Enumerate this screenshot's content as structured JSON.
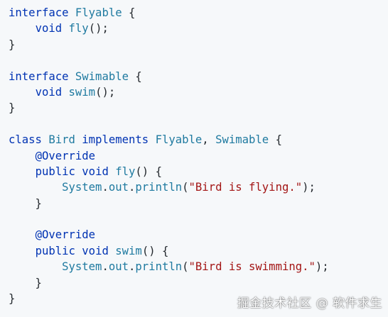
{
  "code": {
    "lines": [
      [
        {
          "t": "interface",
          "c": "kw"
        },
        {
          "t": " ",
          "c": "pu"
        },
        {
          "t": "Flyable",
          "c": "ty"
        },
        {
          "t": " {",
          "c": "pu"
        }
      ],
      [
        {
          "t": "    ",
          "c": "pu"
        },
        {
          "t": "void",
          "c": "kw"
        },
        {
          "t": " ",
          "c": "pu"
        },
        {
          "t": "fly",
          "c": "fn"
        },
        {
          "t": "();",
          "c": "pu"
        }
      ],
      [
        {
          "t": "}",
          "c": "pu"
        }
      ],
      [],
      [
        {
          "t": "interface",
          "c": "kw"
        },
        {
          "t": " ",
          "c": "pu"
        },
        {
          "t": "Swimable",
          "c": "ty"
        },
        {
          "t": " {",
          "c": "pu"
        }
      ],
      [
        {
          "t": "    ",
          "c": "pu"
        },
        {
          "t": "void",
          "c": "kw"
        },
        {
          "t": " ",
          "c": "pu"
        },
        {
          "t": "swim",
          "c": "fn"
        },
        {
          "t": "();",
          "c": "pu"
        }
      ],
      [
        {
          "t": "}",
          "c": "pu"
        }
      ],
      [],
      [
        {
          "t": "class",
          "c": "kw"
        },
        {
          "t": " ",
          "c": "pu"
        },
        {
          "t": "Bird",
          "c": "ty"
        },
        {
          "t": " ",
          "c": "pu"
        },
        {
          "t": "implements",
          "c": "kw"
        },
        {
          "t": " ",
          "c": "pu"
        },
        {
          "t": "Flyable",
          "c": "ty"
        },
        {
          "t": ", ",
          "c": "pu"
        },
        {
          "t": "Swimable",
          "c": "ty"
        },
        {
          "t": " {",
          "c": "pu"
        }
      ],
      [
        {
          "t": "    ",
          "c": "pu"
        },
        {
          "t": "@Override",
          "c": "an"
        }
      ],
      [
        {
          "t": "    ",
          "c": "pu"
        },
        {
          "t": "public",
          "c": "kw"
        },
        {
          "t": " ",
          "c": "pu"
        },
        {
          "t": "void",
          "c": "kw"
        },
        {
          "t": " ",
          "c": "pu"
        },
        {
          "t": "fly",
          "c": "fn"
        },
        {
          "t": "() {",
          "c": "pu"
        }
      ],
      [
        {
          "t": "        ",
          "c": "pu"
        },
        {
          "t": "System",
          "c": "ty"
        },
        {
          "t": ".",
          "c": "pu"
        },
        {
          "t": "out",
          "c": "fn"
        },
        {
          "t": ".",
          "c": "pu"
        },
        {
          "t": "println",
          "c": "fn"
        },
        {
          "t": "(",
          "c": "pu"
        },
        {
          "t": "\"Bird is flying.\"",
          "c": "str"
        },
        {
          "t": ");",
          "c": "pu"
        }
      ],
      [
        {
          "t": "    }",
          "c": "pu"
        }
      ],
      [],
      [
        {
          "t": "    ",
          "c": "pu"
        },
        {
          "t": "@Override",
          "c": "an"
        }
      ],
      [
        {
          "t": "    ",
          "c": "pu"
        },
        {
          "t": "public",
          "c": "kw"
        },
        {
          "t": " ",
          "c": "pu"
        },
        {
          "t": "void",
          "c": "kw"
        },
        {
          "t": " ",
          "c": "pu"
        },
        {
          "t": "swim",
          "c": "fn"
        },
        {
          "t": "() {",
          "c": "pu"
        }
      ],
      [
        {
          "t": "        ",
          "c": "pu"
        },
        {
          "t": "System",
          "c": "ty"
        },
        {
          "t": ".",
          "c": "pu"
        },
        {
          "t": "out",
          "c": "fn"
        },
        {
          "t": ".",
          "c": "pu"
        },
        {
          "t": "println",
          "c": "fn"
        },
        {
          "t": "(",
          "c": "pu"
        },
        {
          "t": "\"Bird is swimming.\"",
          "c": "str"
        },
        {
          "t": ");",
          "c": "pu"
        }
      ],
      [
        {
          "t": "    }",
          "c": "pu"
        }
      ],
      [
        {
          "t": "}",
          "c": "pu"
        }
      ]
    ]
  },
  "watermark": {
    "text": "掘金技术社区 @ 软件求生"
  },
  "colors": {
    "background": "#f6f8fa",
    "keyword": "#0033b3",
    "type": "#1f7aa0",
    "string": "#a31515",
    "plain": "#24292e"
  }
}
